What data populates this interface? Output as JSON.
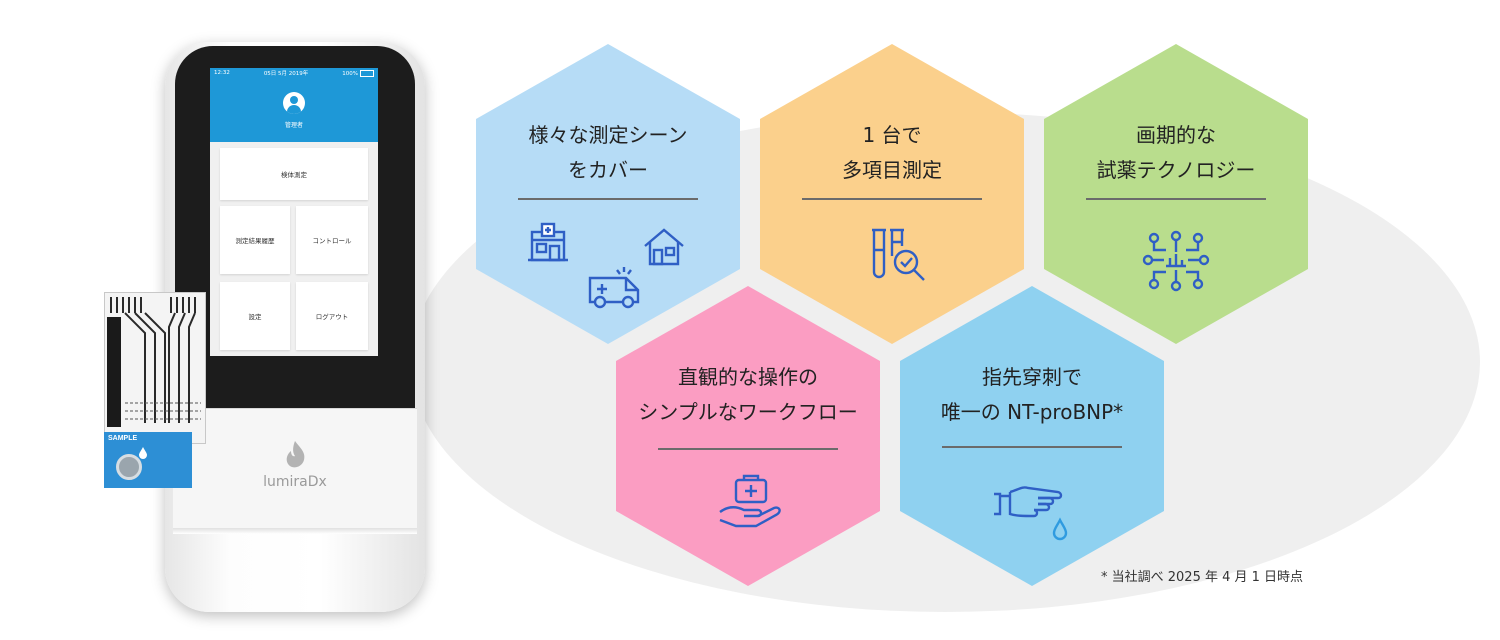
{
  "device": {
    "status_time": "12:32",
    "status_date": "05日 5月 2019年",
    "status_battery": "100%",
    "user_label": "管理者",
    "menu": {
      "test": "検体測定",
      "history": "測定結果履歴",
      "control": "コントロール",
      "settings": "設定",
      "logout": "ログアウト"
    },
    "brand": "lumiraDx",
    "sample_label": "SAMPLE"
  },
  "features": [
    {
      "title": "様々な測定シーン\nをカバー",
      "color": "#b6dcf6",
      "icons": [
        "hospital-icon",
        "house-icon",
        "ambulance-icon"
      ]
    },
    {
      "title": "1 台で\n多項目測定",
      "color": "#fbd08c",
      "icons": [
        "test-tube-search-icon"
      ]
    },
    {
      "title": "画期的な\n試薬テクノロジー",
      "color": "#b9dd8d",
      "icons": [
        "molecule-network-icon"
      ]
    },
    {
      "title": "直観的な操作の\nシンプルなワークフロー",
      "color": "#fb9dc2",
      "icons": [
        "medical-kit-hand-icon"
      ]
    },
    {
      "title": "指先穿刺で\n唯一の NT-proBNP*",
      "color": "#8fd1f0",
      "icons": [
        "finger-drop-icon"
      ]
    }
  ],
  "icon_color": "#2f5fc5",
  "footnote": "* 当社調べ 2025 年 4 月 1 日時点"
}
